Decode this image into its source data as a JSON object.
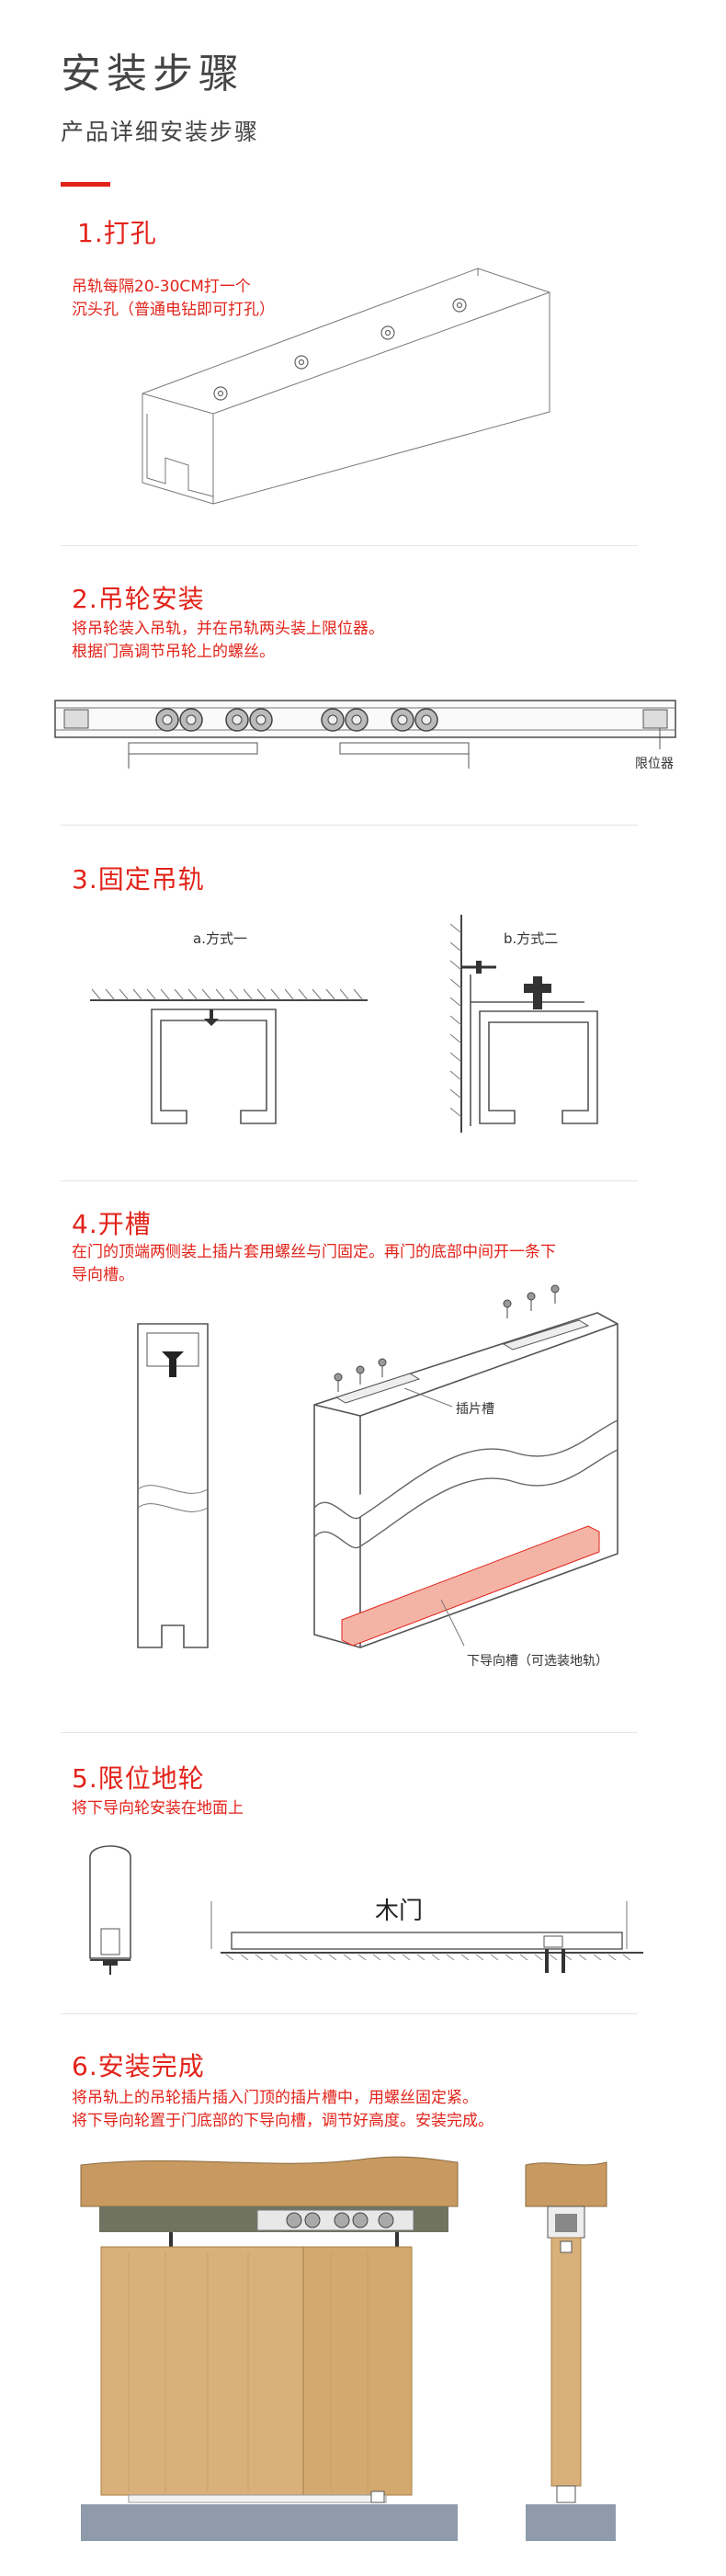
{
  "header": {
    "title": "安装步骤",
    "subtitle": "产品详细安装步骤"
  },
  "steps": [
    {
      "title": "1.打孔",
      "desc": [
        "吊轨每隔20-30CM打一个",
        "沉头孔（普通电钻即可打孔）"
      ]
    },
    {
      "title": "2.吊轮安装",
      "desc": [
        "将吊轮装入吊轨，并在吊轨两头装上限位器。",
        "根据门高调节吊轮上的螺丝。"
      ],
      "labels": {
        "limiter": "限位器"
      }
    },
    {
      "title": "3.固定吊轨",
      "labels": {
        "method_a": "a.方式一",
        "method_b": "b.方式二"
      }
    },
    {
      "title": "4.开槽",
      "desc": [
        "在门的顶端两侧装上插片套用螺丝与门固定。再门的底部中间开一条下",
        "导向槽。"
      ],
      "labels": {
        "insert_slot": "插片槽",
        "guide_slot": "下导向槽（可选装地轨）"
      }
    },
    {
      "title": "5.限位地轮",
      "desc": [
        "将下导向轮安装在地面上"
      ],
      "labels": {
        "wood_door": "木门"
      }
    },
    {
      "title": "6.安装完成",
      "desc": [
        "将吊轨上的吊轮插片插入门顶的插片槽中，用螺丝固定紧。",
        "将下导向轮置于门底部的下导向槽，调节好高度。安装完成。"
      ]
    }
  ],
  "colors": {
    "accent": "#e2231a",
    "wood": "#d9b07a",
    "floor": "#8f9bab",
    "track": "#6f7360",
    "guide_highlight": "#f3b4a6"
  }
}
